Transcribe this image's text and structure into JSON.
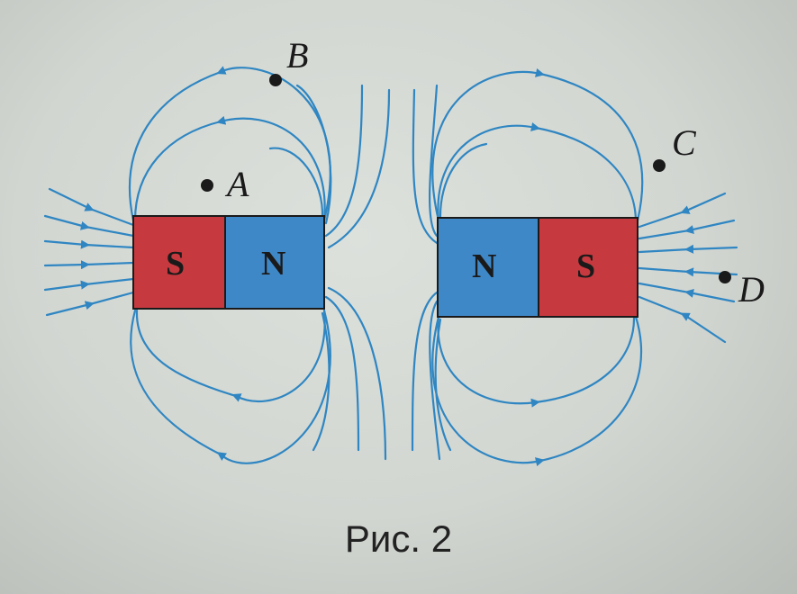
{
  "colors": {
    "field_line": "#2f86c2",
    "north_pole": "#3f88c8",
    "south_pole": "#c63a3f",
    "point": "#1a1a1a"
  },
  "magnets": {
    "left": {
      "south": "S",
      "north": "N"
    },
    "right": {
      "north": "N",
      "south": "S"
    }
  },
  "points": {
    "A": "A",
    "B": "B",
    "C": "C",
    "D": "D"
  },
  "caption": "Рис. 2"
}
